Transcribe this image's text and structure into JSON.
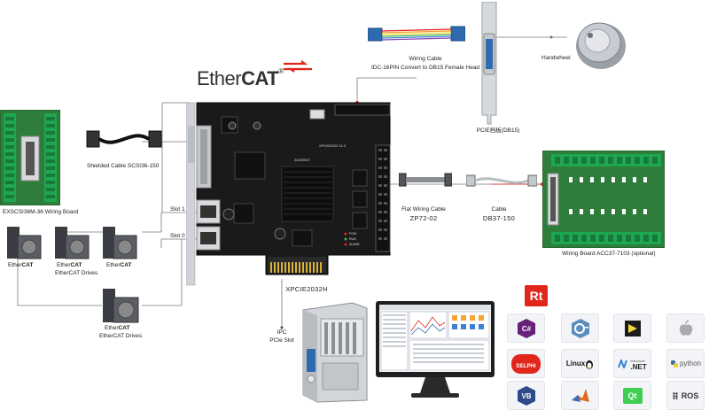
{
  "logo": {
    "prefix": "Ether",
    "suffix": "CAT",
    "reg": "®"
  },
  "labels": {
    "wiring_cable_title": "Wiring Cable",
    "wiring_cable_desc": "IDC-16PIN Convert to DB15 Female Head",
    "handwheel": "Handwheel",
    "pcie_bracket": "PCIE挡板(DB15)",
    "shielded_cable": "Shielded Cable SCSI36-150",
    "wiring_board_left": "EXSCSI36M-36 Wiring Board",
    "slot1": "Slot 1",
    "slot0": "Slot 0",
    "flat_cable_title": "Flat Wiring Cable",
    "flat_cable_model": "ZP72-02",
    "cable_title": "Cable",
    "cable_model": "DB37-150",
    "wiring_board_right": "Wiring Board ACC37-7103 (optional)",
    "card_model": "XPCIE2032H",
    "card_silk": "XPCIE2032 V1.0",
    "chip_date": "20220907",
    "pow": "POW",
    "run": "RUN",
    "alm": "ALM/IB",
    "ipc": "IPC",
    "pcie_slot": "PCIe Slot"
  },
  "drives": {
    "logo_prefix": "Ether",
    "logo_suffix": "CAT",
    "caption": "EtherCAT Drives"
  },
  "software": [
    "C#",
    "C++",
    "LabVIEW",
    "macOS",
    "DELPHI",
    "Linux",
    ".NET",
    "python",
    "VB",
    "MATLAB",
    "Qt",
    "ROS"
  ],
  "software_text": {
    "linux": "Linux",
    "net_ms": "Microsoft",
    "net": ".NET",
    "python": "python",
    "delphi": "DELPHI",
    "vb": "VB",
    "qt": "Qt",
    "ros": "ROS",
    "csharp": "C#",
    "rt": "Rt"
  },
  "colors": {
    "ethercat_red": "#e1261c",
    "pcb_black": "#1a1a1a",
    "board_green": "#2e7d3a",
    "csharp_purple": "#68217a",
    "cpp_blue": "#5c8dbc",
    "python_blue": "#3572a5"
  }
}
